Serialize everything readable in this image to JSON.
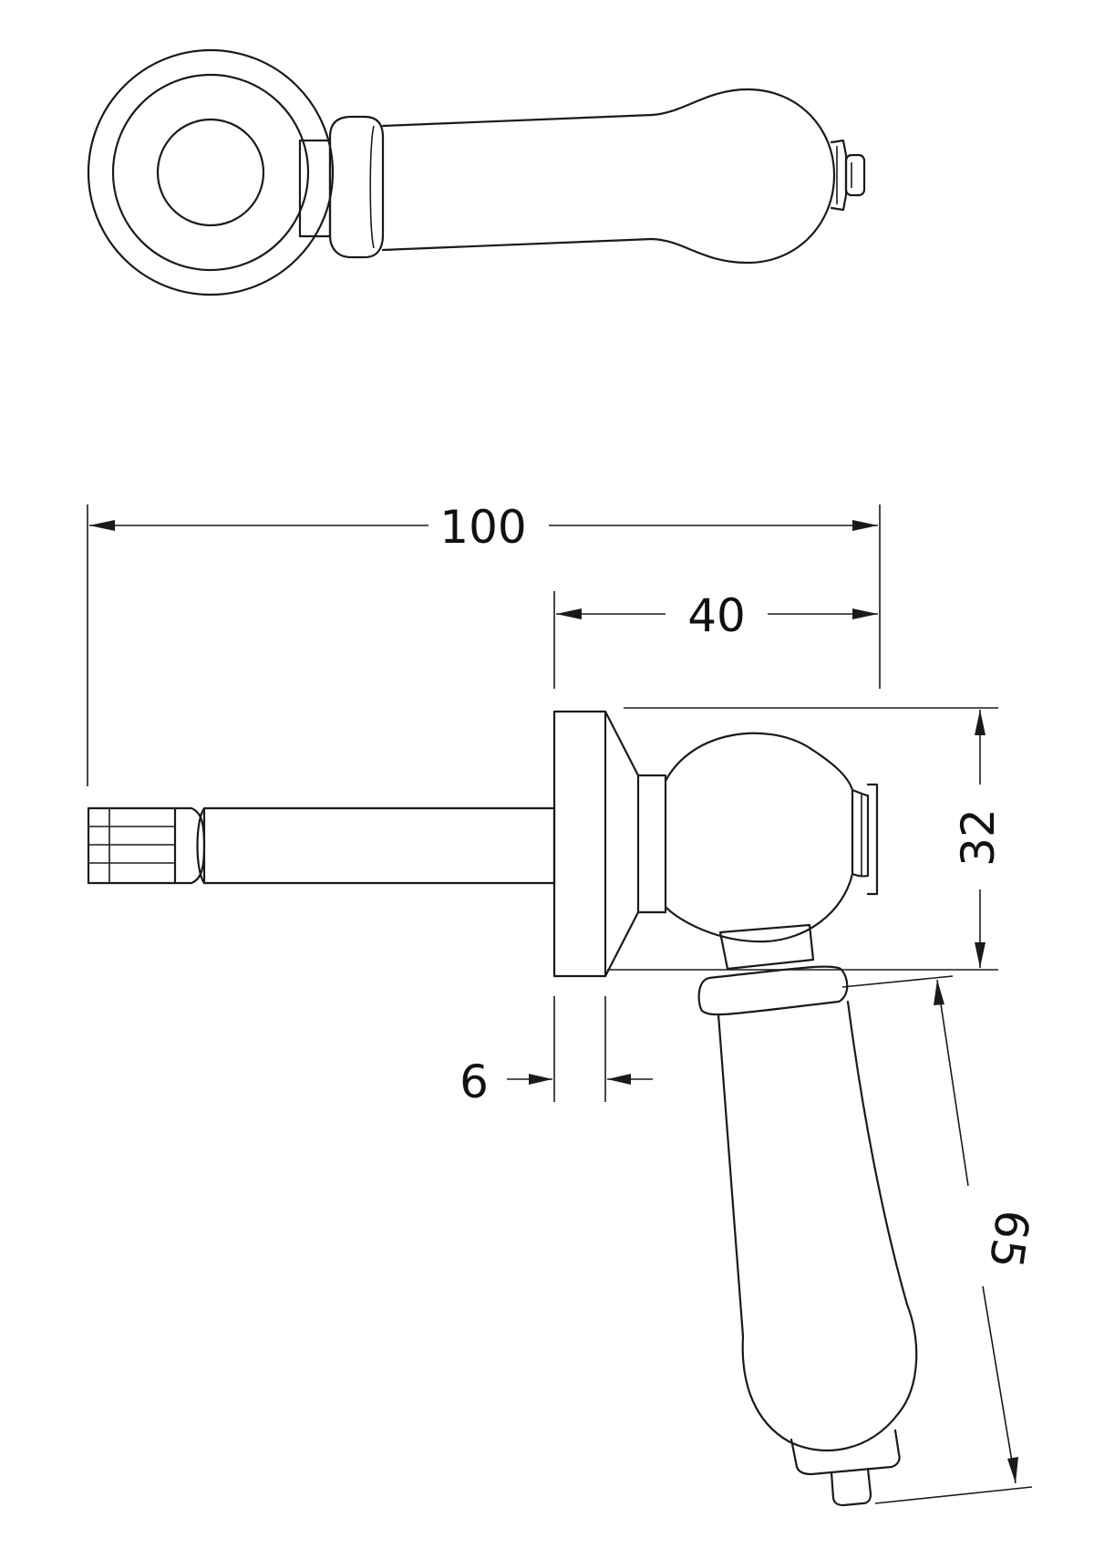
{
  "dimensions": {
    "overall_length": "100",
    "handle_offset": "40",
    "height": "32",
    "flange_thickness": "6",
    "lever_length": "65"
  }
}
